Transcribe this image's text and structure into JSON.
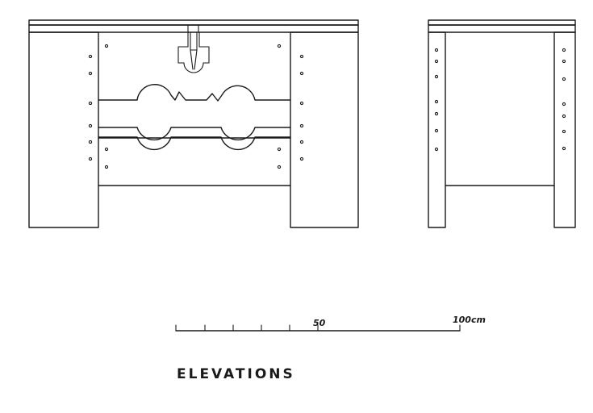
{
  "scale_bar": {
    "label_mid": "50",
    "label_end": "100cm"
  },
  "drawing": {
    "title": "ELEVATIONS"
  }
}
